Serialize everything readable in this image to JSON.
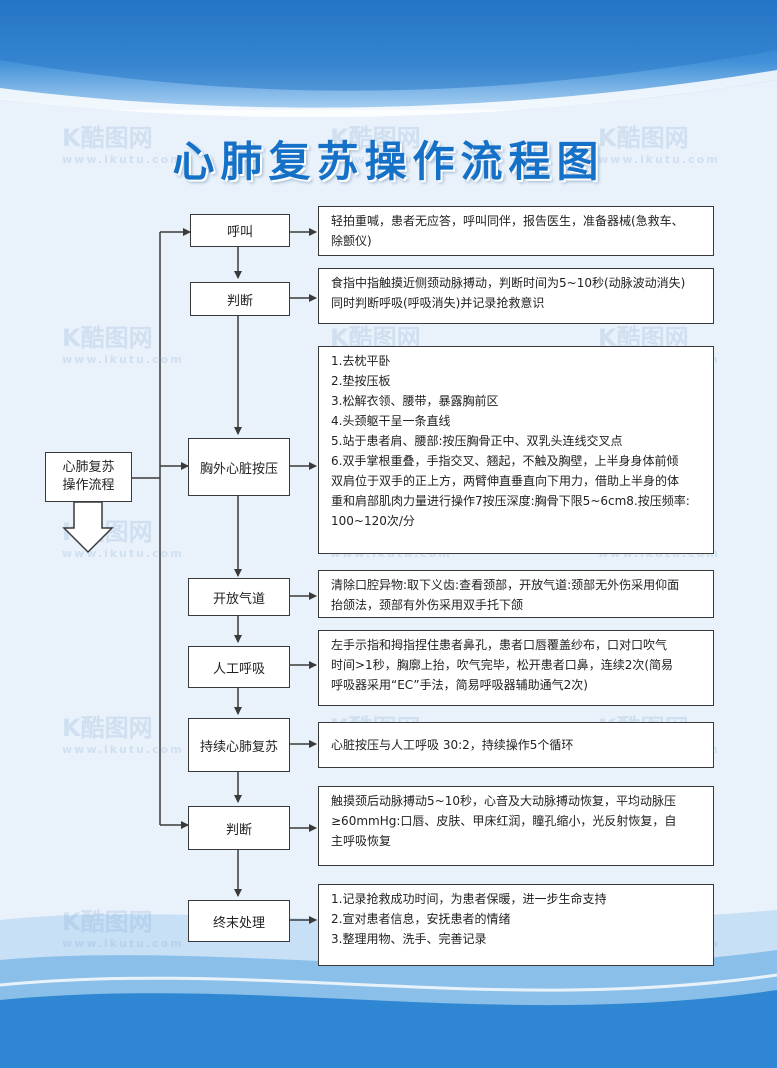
{
  "title": "心肺复苏操作流程图",
  "root": {
    "label_line1": "心肺复苏",
    "label_line2": "操作流程"
  },
  "steps": [
    {
      "label": "呼叫",
      "desc": [
        "轻拍重喊，患者无应答，呼叫同伴，报告医生，准备器械(急救车、",
        "除颤仪)"
      ]
    },
    {
      "label": "判断",
      "desc": [
        "食指中指触摸近侧颈动脉搏动，判断时间为5~10秒(动脉波动消失)",
        "同时判断呼吸(呼吸消失)并记录抢救意识"
      ]
    },
    {
      "label": "胸外心脏按压",
      "desc": [
        "1.去枕平卧",
        "2.垫按压板",
        "3.松解衣领、腰带，暴露胸前区",
        "4.头颈躯干呈一条直线",
        "5.站于患者肩、腰部:按压胸骨正中、双乳头连线交叉点",
        "6.双手掌根重叠，手指交叉、翘起，不触及胸壁，上半身身体前倾",
        "双肩位于双手的正上方，两臂伸直垂直向下用力，借助上半身的体",
        "重和肩部肌肉力量进行操作7按压深度:胸骨下限5~6cm8.按压频率:",
        "100~120次/分"
      ]
    },
    {
      "label": "开放气道",
      "desc": [
        "清除口腔异物:取下义齿:查看颈部，开放气道:颈部无外伤采用仰面",
        "抬颌法，颈部有外伤采用双手托下颌"
      ]
    },
    {
      "label": "人工呼吸",
      "desc": [
        "左手示指和拇指捏住患者鼻孔，患者口唇覆盖纱布，口对口吹气",
        "时间>1秒，胸廓上抬，吹气完毕，松开患者口鼻，连续2次(简易",
        "呼吸器采用“EC”手法，简易呼吸器辅助通气2次)"
      ]
    },
    {
      "label": "持续心肺复苏",
      "desc": [
        "心脏按压与人工呼吸 30:2，持续操作5个循环"
      ]
    },
    {
      "label": "判断",
      "desc": [
        "触摸颈后动脉搏动5~10秒，心音及大动脉搏动恢复，平均动脉压",
        "≥60mmHg:口唇、皮肤、甲床红润，瞳孔缩小，光反射恢复，自",
        "主呼吸恢复"
      ]
    },
    {
      "label": "终末处理",
      "desc": [
        "1.记录抢救成功时间，为患者保暖，进一步生命支持",
        "2.宣对患者信息，安抚患者的情绪",
        "3.整理用物、洗手、完善记录"
      ]
    }
  ],
  "watermark": {
    "brand": "K酷图网",
    "url": "www.ikutu.com"
  },
  "colors": {
    "title": "#1570c7",
    "line": "#3a3a3a",
    "background": "#e9f2fb",
    "header_blue": "#1f6fc0"
  }
}
